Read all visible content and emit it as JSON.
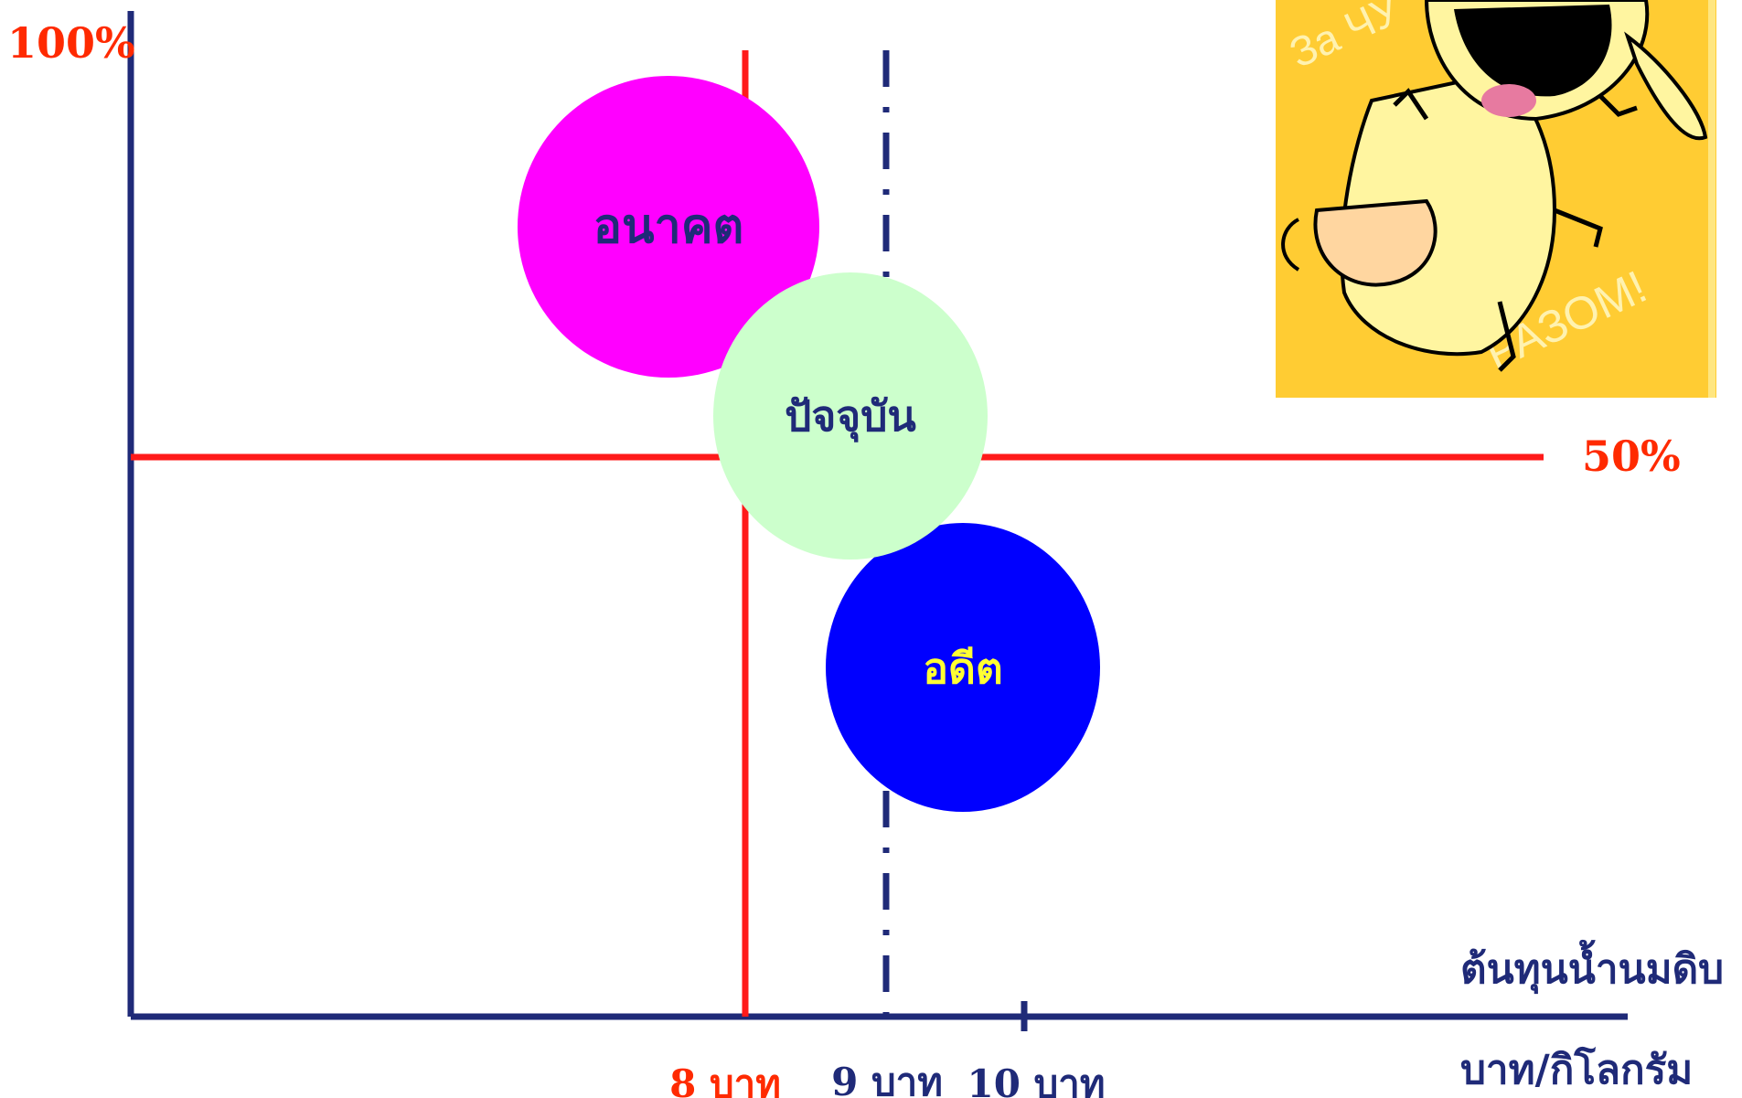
{
  "chart_data": {
    "type": "scatter",
    "y_axis": {
      "top_label": "100%",
      "mid_label": "50%"
    },
    "x_axis": {
      "label_line1": "ต้นทุนน้ำนมดิบ",
      "label_line2": "บาท/กิโลกรัม",
      "ticks": [
        {
          "label": "8 บาท",
          "value": 8
        },
        {
          "label": "9 บาท",
          "value": 9
        },
        {
          "label": "10 บาท",
          "value": 10
        }
      ]
    },
    "reference_lines": [
      {
        "axis": "y",
        "value": 50,
        "style": "solid",
        "color": "#ff1a1a"
      },
      {
        "axis": "x",
        "value": 8,
        "style": "solid",
        "color": "#ff1a1a"
      },
      {
        "axis": "x",
        "value": 9,
        "style": "dash-dot",
        "color": "#1f2a78"
      }
    ],
    "bubbles": [
      {
        "label": "อนาคต",
        "fill": "#ff00ff",
        "text_color": "#1f2a78"
      },
      {
        "label": "ปัจจุบัน",
        "fill": "#ccffcc",
        "text_color": "#1f2a78"
      },
      {
        "label": "อดีต",
        "fill": "#0000ff",
        "text_color": "#ffff33"
      }
    ]
  },
  "colors": {
    "axis": "#1f2a78",
    "accent_red": "#ff2a00"
  },
  "illustration": {
    "icon": "cartoon-cow-icon",
    "text_top": "За ЧУ",
    "text_bottom": "РАЗОМ!",
    "background": "#ffcc33"
  }
}
